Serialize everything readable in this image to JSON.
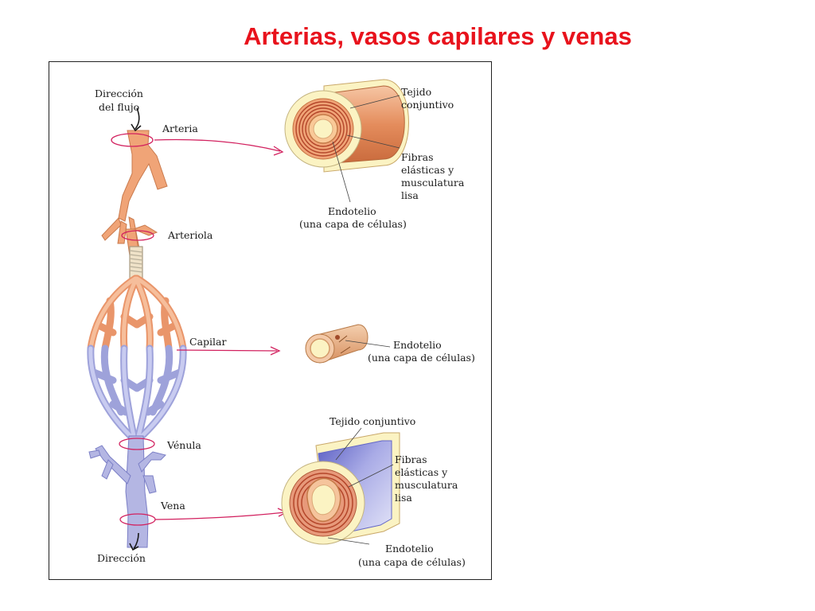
{
  "title": "Arterias, vasos capilares y venas",
  "colors": {
    "title": "#e8121c",
    "artery": "#f0a477",
    "vein": "#b4b6e3",
    "tissue": "#fbf3c3",
    "muscle": "#d8652e",
    "leader": "#d2215f"
  },
  "left_labels": {
    "flow_top": [
      "Dirección",
      "del flujo"
    ],
    "artery": "Arteria",
    "arteriole": "Arteriola",
    "capillary": "Capilar",
    "venule": "Vénula",
    "vein": "Vena",
    "flow_bottom": "Dirección"
  },
  "artery_section": {
    "connective": [
      "Tejido",
      "conjuntivo"
    ],
    "fibers": [
      "Fibras",
      "elásticas y",
      "musculatura",
      "lisa"
    ],
    "endothelium": [
      "Endotelio",
      "(una capa de células)"
    ]
  },
  "capillary_section": {
    "endothelium": [
      "Endotelio",
      "(una capa de células)"
    ]
  },
  "vein_section": {
    "connective": "Tejido conjuntivo",
    "fibers": [
      "Fibras",
      "elásticas y",
      "musculatura",
      "lisa"
    ],
    "endothelium": [
      "Endotelio",
      "(una capa de células)"
    ]
  }
}
